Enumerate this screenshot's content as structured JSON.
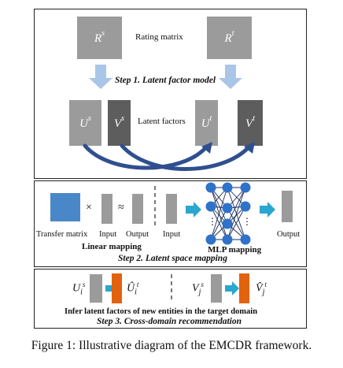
{
  "step1": {
    "rating_label": "Rating matrix",
    "r_source": "R",
    "r_source_sup": "s",
    "r_target": "R",
    "r_target_sup": "t",
    "step_title": "Step 1. Latent factor model",
    "latent_label": "Latent factors",
    "u_source": "U",
    "u_source_sup": "s",
    "v_source": "V",
    "v_source_sup": "s",
    "u_target": "U",
    "u_target_sup": "t",
    "v_target": "V",
    "v_target_sup": "t"
  },
  "step2": {
    "times_symbol": "×",
    "approx_symbol": "≈",
    "transfer_label": "Transfer matrix",
    "input_label": "Input",
    "output_label": "Output",
    "linear_label": "Linear mapping",
    "mlp_input_label": "Input",
    "mlp_label": "MLP mapping",
    "mlp_output_label": "Output",
    "step_title": "Step 2. Latent space mapping",
    "dots": "⋮"
  },
  "step3": {
    "ui_label": "U",
    "ui_sub": "i",
    "ui_sup": "s",
    "ui_hat": "Û",
    "ui_hat_sub": "i",
    "ui_hat_sup": "t",
    "vj_label": "V",
    "vj_sub": "j",
    "vj_sup": "s",
    "vj_hat": "V̂",
    "vj_hat_sub": "j",
    "vj_hat_sup": "t",
    "infer_label": "Infer latent factors of new entities in the target domain",
    "step_title": "Step 3.  Cross-domain recommendation"
  },
  "caption": "Figure 1: Illustrative diagram of the EMCDR framework.",
  "colors": {
    "gray": "#9b9b9b",
    "dark_gray": "#5d5d5d",
    "blue": "#4a87c8",
    "teal_arrow": "#2aa6cf",
    "navy_arc": "#2f4f8f",
    "orange": "#e2620e",
    "light_blue_arrow": "#a9c6e8"
  }
}
